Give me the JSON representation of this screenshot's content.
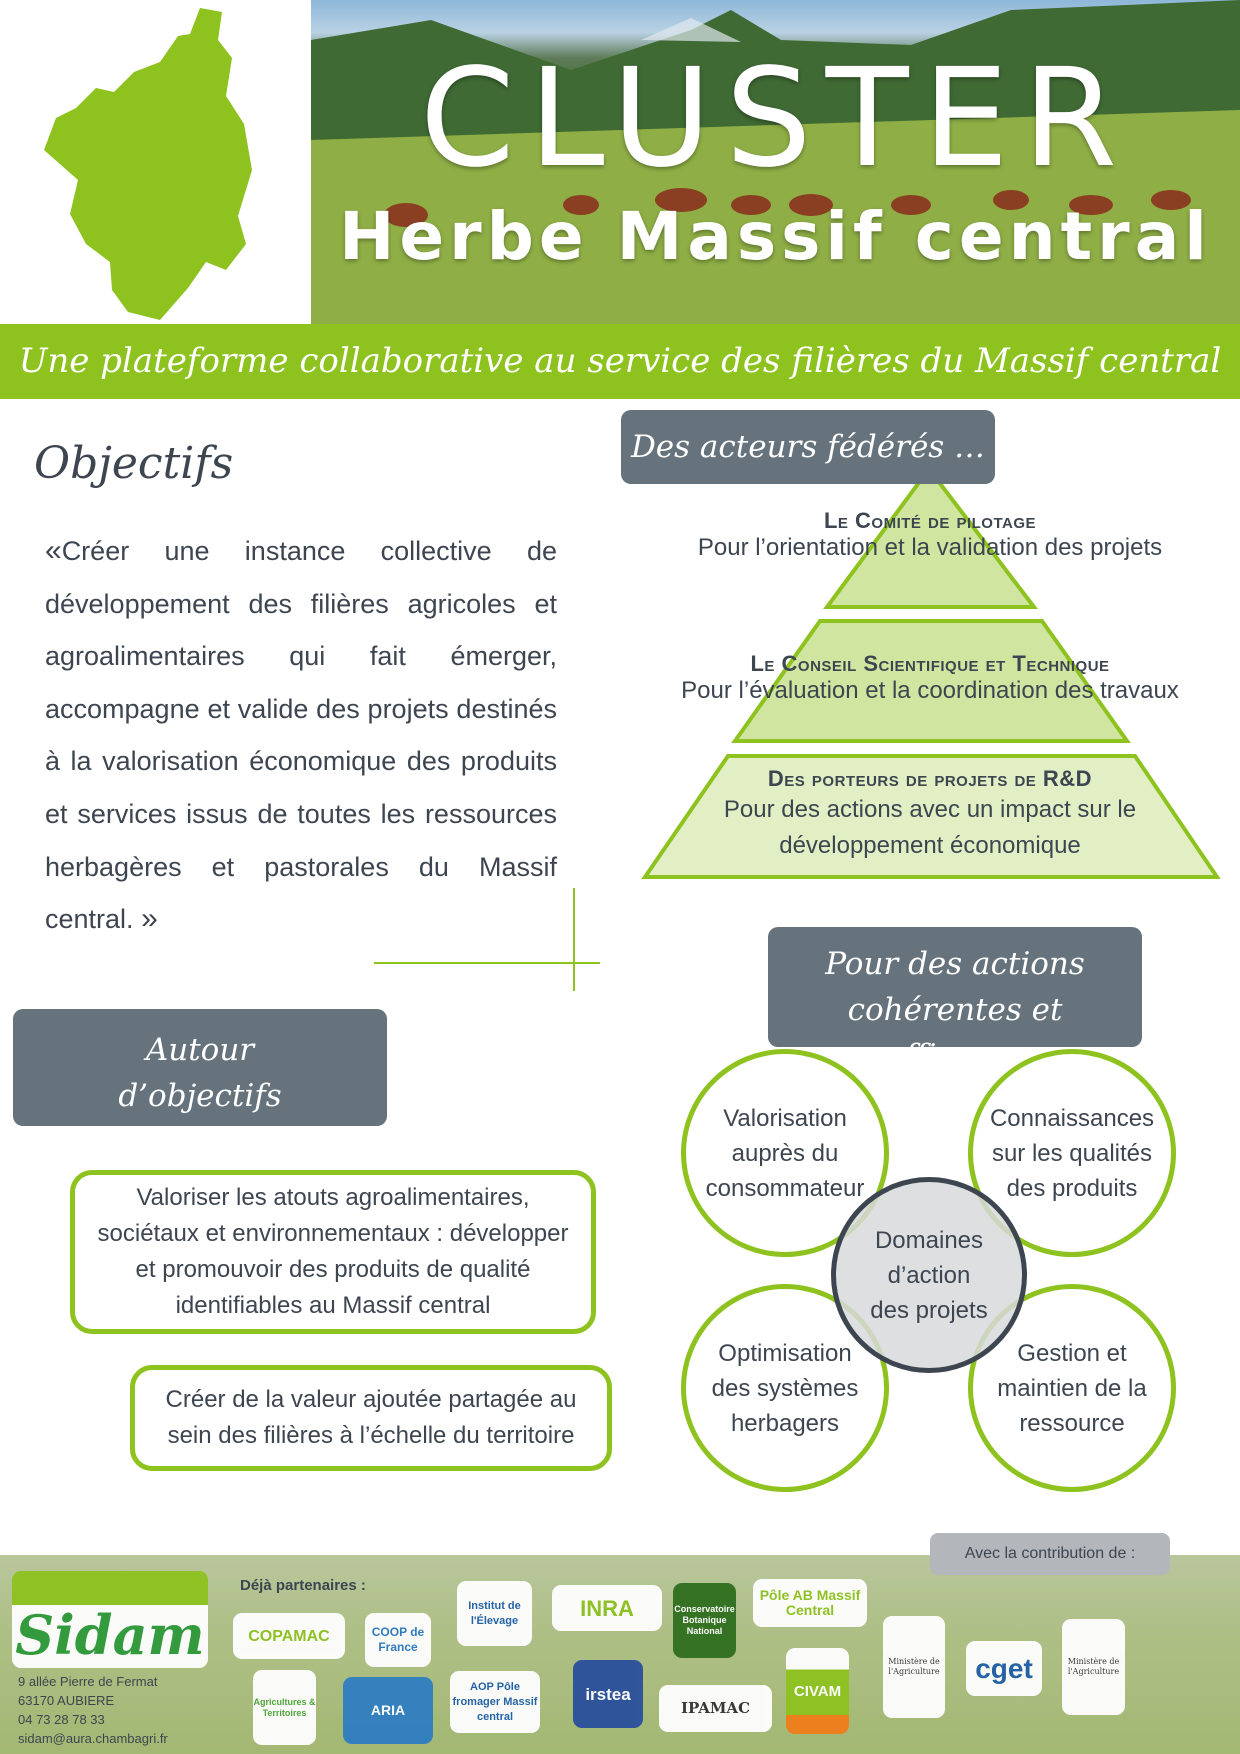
{
  "header": {
    "title": "CLUSTER",
    "subtitle": "Herbe Massif central",
    "tagline": "Une plateforme collaborative au service des filières du Massif central"
  },
  "objectifs": {
    "title": "Objectifs",
    "open_quote": "«",
    "text": "Créer une instance collective de développement des filières agricoles et agroalimentaires qui fait émerger, accompagne et valide des projets destinés à la valorisation économique des produits et services issus de toutes les ressources herbagères et pastorales du Massif central.",
    "close_quote": "»"
  },
  "acteurs": {
    "title": "Des acteurs fédérés …",
    "levels": [
      {
        "heading": "Le Comité de pilotage",
        "text": "Pour l’orientation et la validation des projets"
      },
      {
        "heading": "Le Conseil Scientifique et Technique",
        "text": "Pour l’évaluation et la coordination des travaux"
      },
      {
        "heading": "Des porteurs de projets de R&D",
        "text": "Pour des actions avec un impact sur le développement économique"
      }
    ]
  },
  "objectifs_communs": {
    "title": "Autour d’objectifs communs …",
    "items": [
      "Valoriser les atouts agroalimentaires, sociétaux et environnementaux : développer et promouvoir des produits de qualité identifiables au Massif central",
      "Créer de la valeur ajoutée partagée au sein des filières à l’échelle du territoire"
    ]
  },
  "actions": {
    "title": "Pour des actions cohérentes et efficaces",
    "center": "Domaines d’action des projets",
    "domains": [
      "Valorisation auprès du consommateur",
      "Connaissances sur les qualités des produits",
      "Optimisation des systèmes herbagers",
      "Gestion et maintien de la ressource"
    ]
  },
  "footer": {
    "sidam": {
      "logo": "Sidam",
      "address": [
        "9 allée Pierre de Fermat",
        "63170 AUBIERE",
        "04 73 28 78 33",
        "sidam@aura.chambagri.fr"
      ]
    },
    "partners_label": "Déjà partenaires :",
    "partners": [
      "COPAMAC",
      "COOP de France",
      "Institut de l'Élevage",
      "INRA",
      "Conservatoire Botanique National",
      "Pôle AB Massif Central",
      "Agricultures & Territoires",
      "ARIA",
      "AOP Pôle fromager Massif central",
      "irstea",
      "IPAMAC",
      "CIVAM"
    ],
    "contribution_label": "Avec la contribution de :",
    "contributors": [
      "Ministère de l'Agriculture",
      "cget",
      "Ministère de l'Agriculture"
    ]
  },
  "colors": {
    "green": "#8dc21f",
    "slate": "#66737d",
    "text": "#3d4650",
    "light_green": "#d4e8a4"
  }
}
